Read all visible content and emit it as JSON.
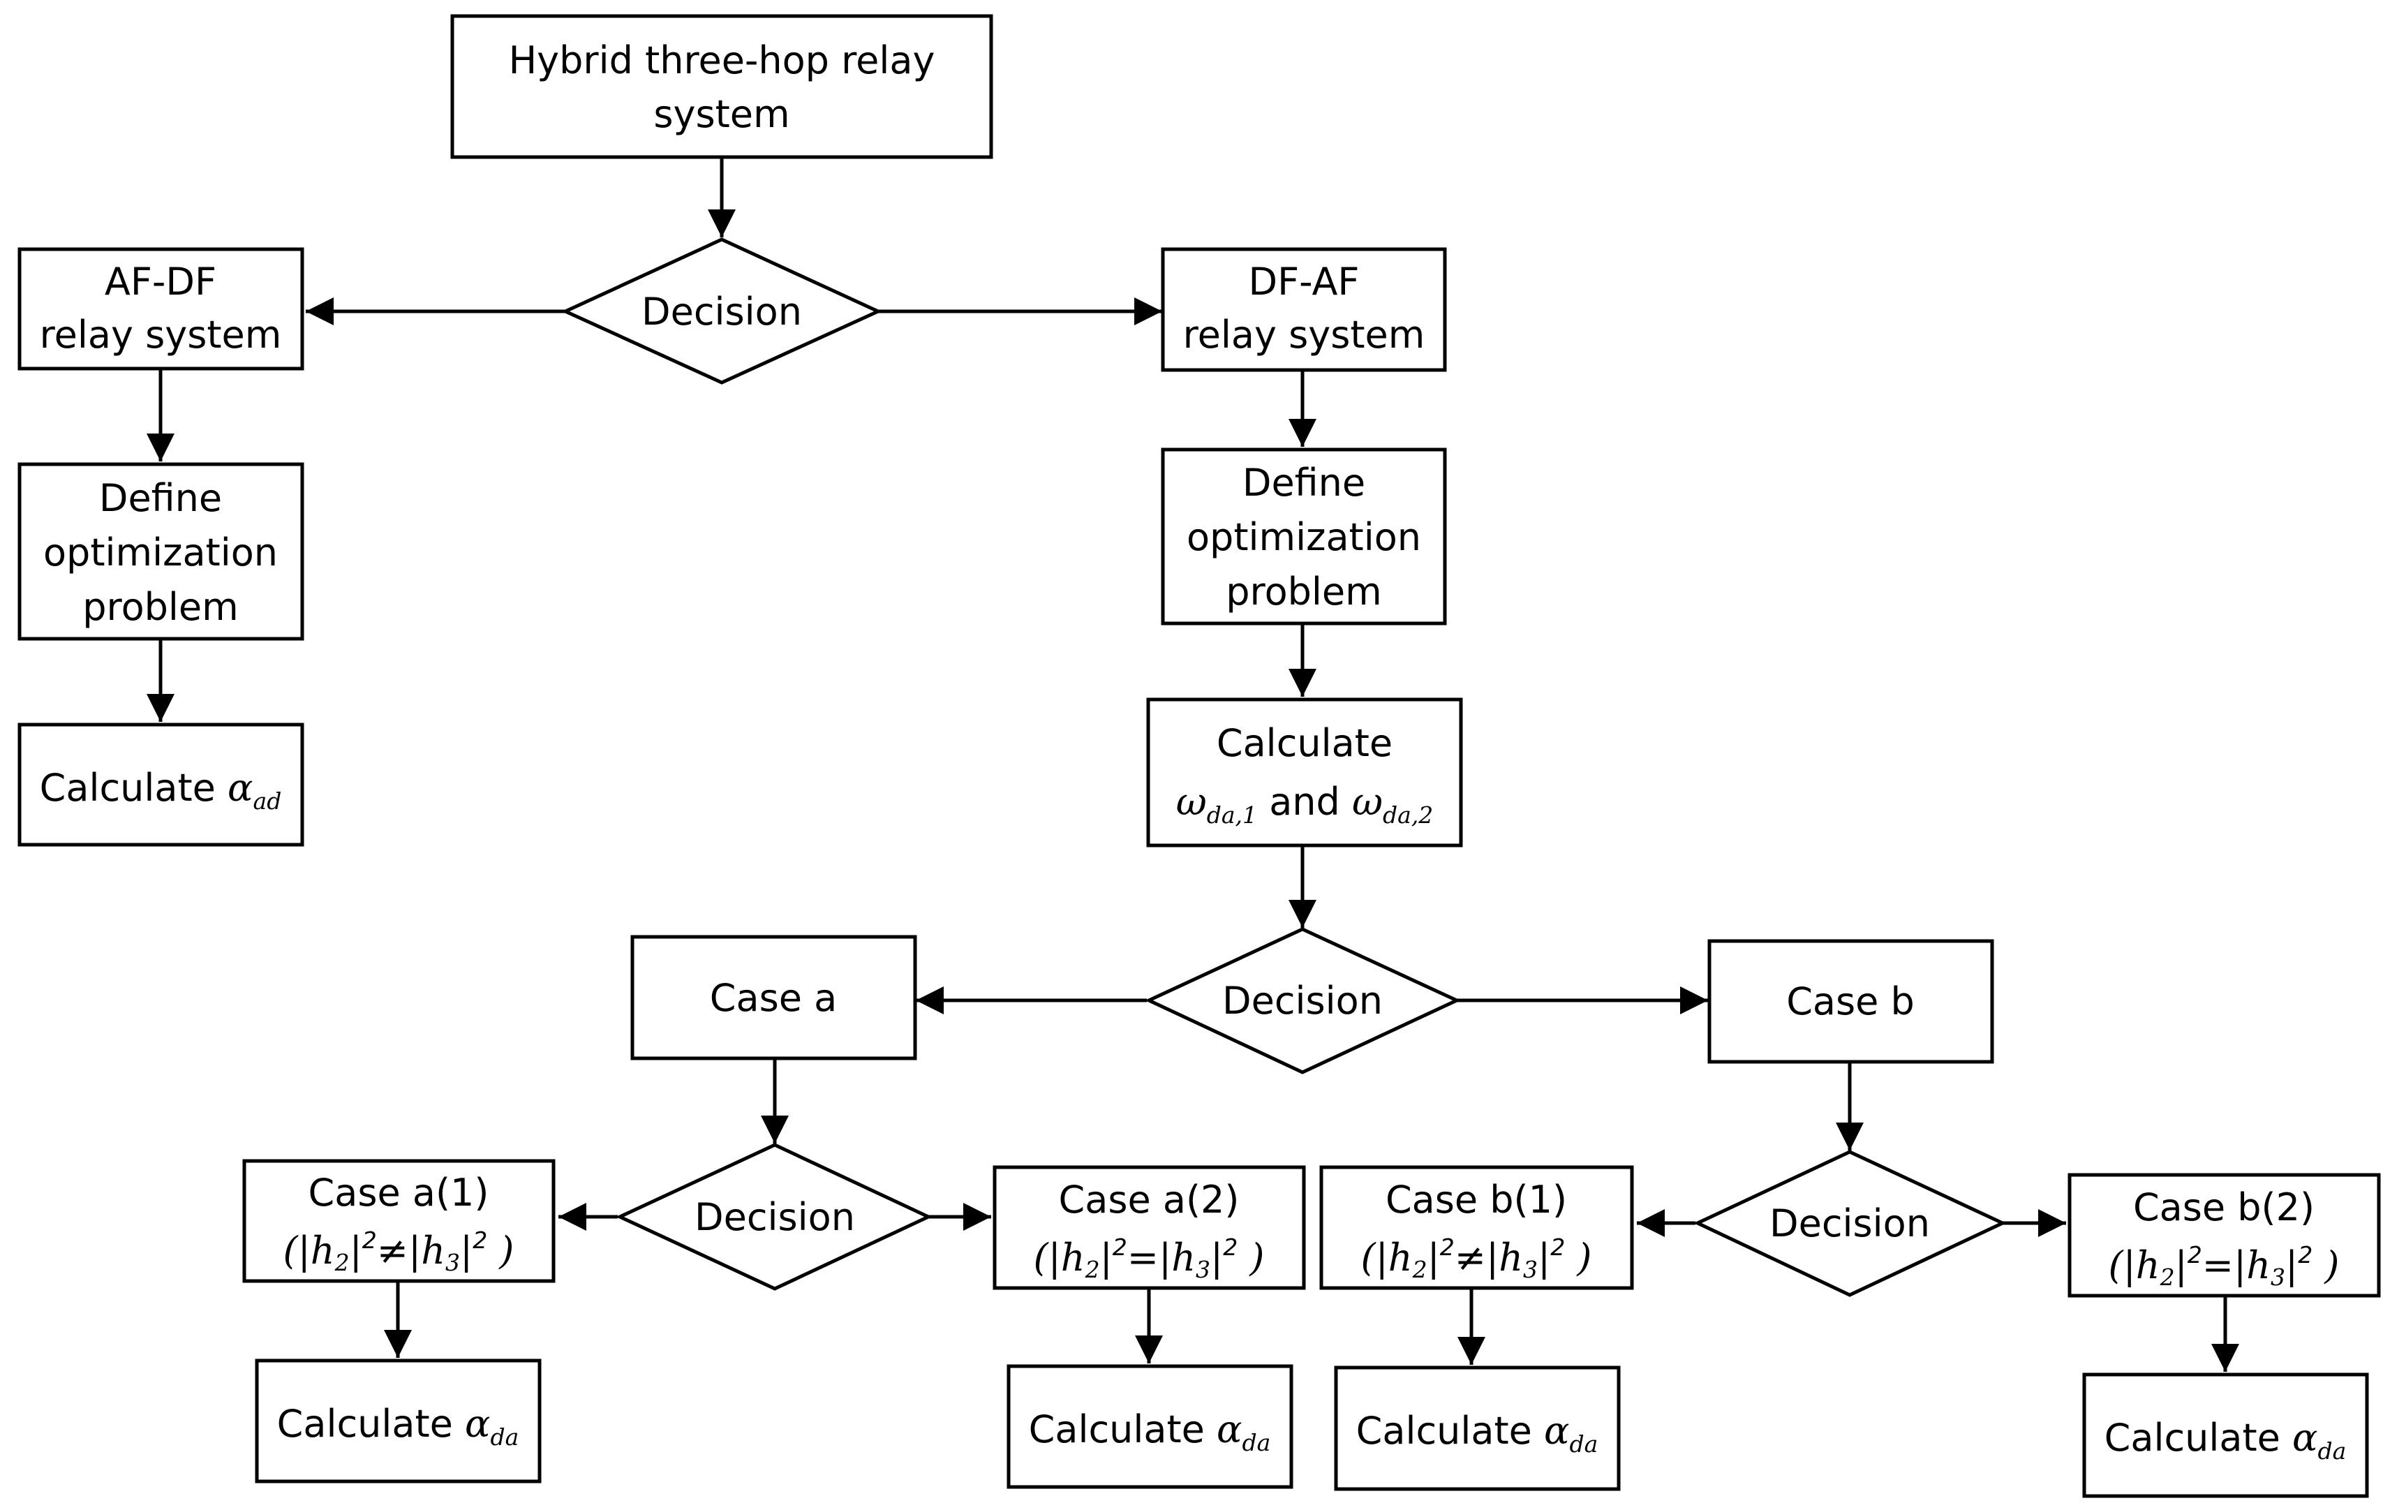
{
  "nodes": {
    "hybrid": {
      "line1": "Hybrid three-hop relay",
      "line2": "system"
    },
    "decision_top": {
      "label": "Decision"
    },
    "afdf": {
      "line1": "AF-DF",
      "line2": "relay system"
    },
    "dfaf": {
      "line1": "DF-AF",
      "line2": "relay system"
    },
    "define_left": {
      "line1": "Define",
      "line2": "optimization",
      "line3": "problem"
    },
    "define_right": {
      "line1": "Define",
      "line2": "optimization",
      "line3": "problem"
    },
    "calc_ad": {
      "word": "Calculate",
      "symbol": "α",
      "subscript": "ad"
    },
    "calc_omega": {
      "line1": "Calculate",
      "sym1": "ω",
      "sub1": "da,1",
      "and": "and",
      "sym2": "ω",
      "sub2": "da,2"
    },
    "decision_mid": {
      "label": "Decision"
    },
    "case_a": {
      "label": "Case a"
    },
    "case_b": {
      "label": "Case b"
    },
    "decision_a": {
      "label": "Decision"
    },
    "decision_b": {
      "label": "Decision"
    },
    "case_a1": {
      "title": "Case a(1)",
      "open": "(|",
      "h1": "h",
      "h1_sub": "2",
      "bar_mid": "|",
      "exp1": "2",
      "rel": "≠",
      "bar_open2": "|",
      "h2": "h",
      "h2_sub": "3",
      "bar_close": "|",
      "exp2": "2",
      "close": ")"
    },
    "case_a2": {
      "title": "Case a(2)",
      "open": "(|",
      "h1": "h",
      "h1_sub": "2",
      "bar_mid": "|",
      "exp1": "2",
      "rel": "=",
      "bar_open2": "|",
      "h2": "h",
      "h2_sub": "3",
      "bar_close": "|",
      "exp2": "2",
      "close": ")"
    },
    "case_b1": {
      "title": "Case b(1)",
      "open": "(|",
      "h1": "h",
      "h1_sub": "2",
      "bar_mid": "|",
      "exp1": "2",
      "rel": "≠",
      "bar_open2": "|",
      "h2": "h",
      "h2_sub": "3",
      "bar_close": "|",
      "exp2": "2",
      "close": ")"
    },
    "case_b2": {
      "title": "Case b(2)",
      "open": "(|",
      "h1": "h",
      "h1_sub": "2",
      "bar_mid": "|",
      "exp1": "2",
      "rel": "=",
      "bar_open2": "|",
      "h2": "h",
      "h2_sub": "3",
      "bar_close": "|",
      "exp2": "2",
      "close": ")"
    },
    "calc_da_1": {
      "word": "Calculate",
      "symbol": "α",
      "subscript": "da"
    },
    "calc_da_2": {
      "word": "Calculate",
      "symbol": "α",
      "subscript": "da"
    },
    "calc_da_3": {
      "word": "Calculate",
      "symbol": "α",
      "subscript": "da"
    },
    "calc_da_4": {
      "word": "Calculate",
      "symbol": "α",
      "subscript": "da"
    }
  }
}
